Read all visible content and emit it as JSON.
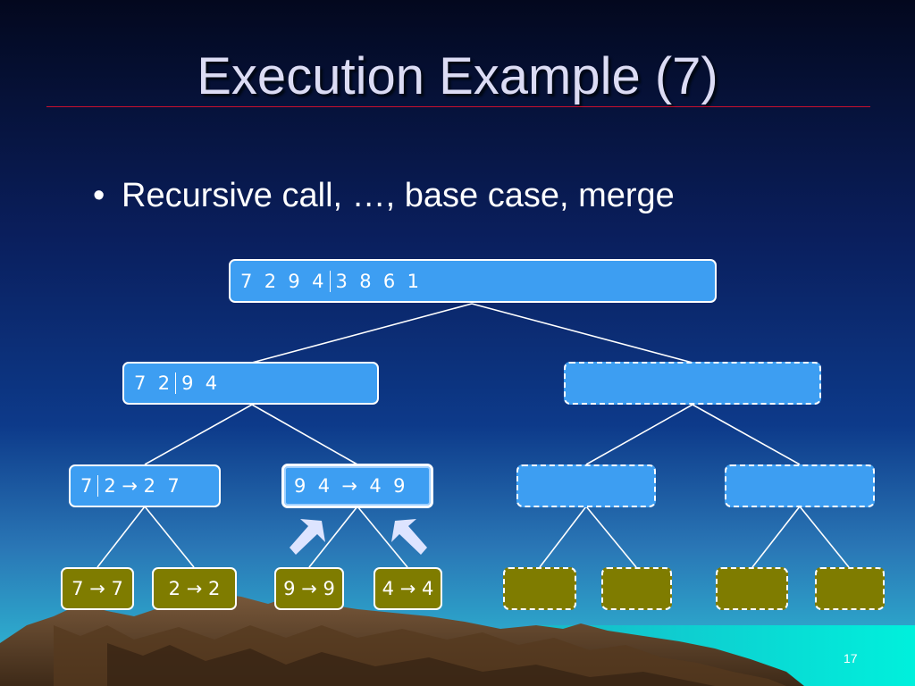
{
  "slide": {
    "title": "Execution Example (7)",
    "bullet": "Recursive call, …, base case, merge",
    "page_number": "17"
  },
  "tree": {
    "root": {
      "left": "7  2  9  4",
      "right": "3  8  6  1"
    },
    "l1_left": {
      "left": "7  2",
      "right": "9  4"
    },
    "l2_a": {
      "left": "7",
      "right": "2 → 2  7"
    },
    "l2_b": {
      "text": "9  4  →  4  9"
    },
    "leaf_1": "7 → 7",
    "leaf_2": "2 → 2",
    "leaf_3": "9 → 9",
    "leaf_4": "4 → 4"
  },
  "colors": {
    "node_fill": "#3d9ef2",
    "leaf_fill": "#7f7c00",
    "title_rule": "#c8102e",
    "arrow": "#dde4ff"
  }
}
